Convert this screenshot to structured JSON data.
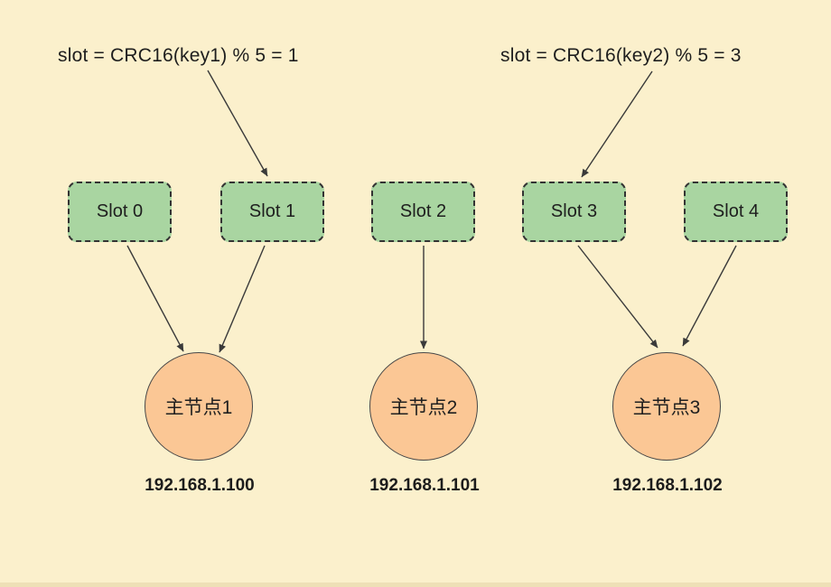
{
  "diagram": {
    "annotations": {
      "key1": "slot = CRC16(key1) % 5 = 1",
      "key2": "slot = CRC16(key2) % 5 = 3"
    },
    "slots": [
      {
        "id": "slot-0",
        "label": "Slot 0"
      },
      {
        "id": "slot-1",
        "label": "Slot 1"
      },
      {
        "id": "slot-2",
        "label": "Slot 2"
      },
      {
        "id": "slot-3",
        "label": "Slot 3"
      },
      {
        "id": "slot-4",
        "label": "Slot 4"
      }
    ],
    "nodes": [
      {
        "id": "node-1",
        "label": "主节点1",
        "ip": "192.168.1.100"
      },
      {
        "id": "node-2",
        "label": "主节点2",
        "ip": "192.168.1.101"
      },
      {
        "id": "node-3",
        "label": "主节点3",
        "ip": "192.168.1.102"
      }
    ],
    "edges": [
      {
        "from": "key1-annotation",
        "to": "slot-1"
      },
      {
        "from": "key2-annotation",
        "to": "slot-3"
      },
      {
        "from": "slot-0",
        "to": "node-1"
      },
      {
        "from": "slot-1",
        "to": "node-1"
      },
      {
        "from": "slot-2",
        "to": "node-2"
      },
      {
        "from": "slot-3",
        "to": "node-3"
      },
      {
        "from": "slot-4",
        "to": "node-3"
      }
    ],
    "colors": {
      "background": "#fbf0cc",
      "slot_fill": "#a9d5a1",
      "node_fill": "#fbc795",
      "stroke": "#3a3a3a",
      "text": "#1e1e1e"
    }
  }
}
